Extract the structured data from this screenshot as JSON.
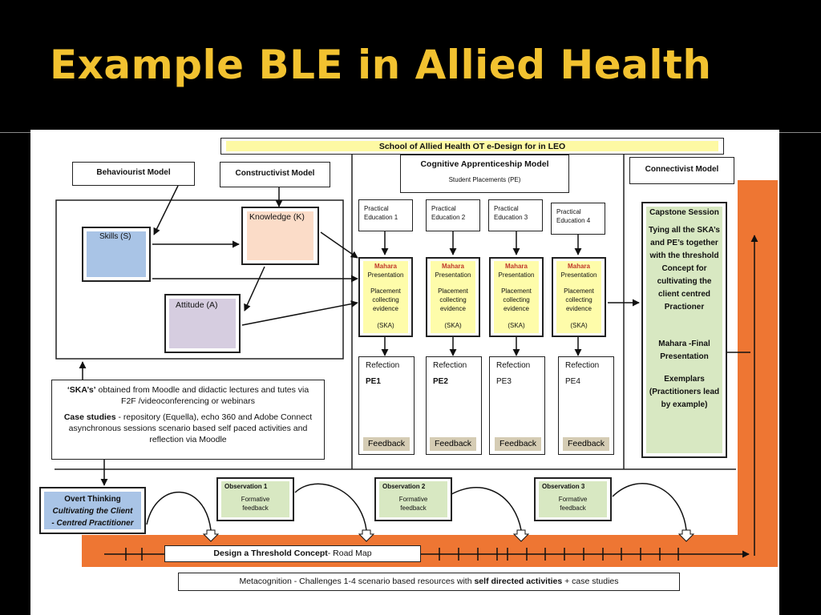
{
  "slide_title": "Example BLE in Allied Health",
  "banner": "School of Allied Health OT  e-Design  for in LEO",
  "models": {
    "behaviourist": "Behaviourist Model",
    "constructivist": "Constructivist  Model",
    "cognitive": "Cognitive Apprenticeship Model",
    "cognitive_sub": "Student Placements (PE)",
    "connectivist": "Connectivist Model"
  },
  "ska": {
    "skills": "Skills (S)",
    "knowledge": "Knowledge (K)",
    "attitude": "Attitude (A)"
  },
  "info": {
    "line1_bold": "‘SKA’s’",
    "line1_rest": " obtained from Moodle and didactic lectures and tutes via F2F /videoconferencing or webinars",
    "line2_bold": "Case studies",
    "line2_rest": " - repository (Equella), echo 360 and Adobe Connect asynchronous sessions scenario based self paced activities and reflection via Moodle"
  },
  "placements": [
    {
      "pe_label": "Practical Education 1",
      "mahara": "Mahara",
      "presentation": "Presentation",
      "evidence": "Placement collecting evidence",
      "ska": "(SKA)",
      "reflection": "Refection",
      "pe": "PE1",
      "feedback": "Feedback"
    },
    {
      "pe_label": "Practical Education 2",
      "mahara": "Mahara",
      "presentation": "Presentation",
      "evidence": "Placement collecting evidence",
      "ska": "(SKA)",
      "reflection": "Refection",
      "pe": "PE2",
      "feedback": "Feedback"
    },
    {
      "pe_label": "Practical Education  3",
      "mahara": "Mahara",
      "presentation": "Presentation",
      "evidence": "Placement collecting evidence",
      "ska": "(SKA)",
      "reflection": "Refection",
      "pe": "PE3",
      "feedback": "Feedback"
    },
    {
      "pe_label": "Practical Education   4",
      "mahara": "Mahara",
      "presentation": "Presentation",
      "evidence": "Placement collecting evidence",
      "ska": "(SKA)",
      "reflection": "Refection",
      "pe": "PE4",
      "feedback": "Feedback"
    }
  ],
  "capstone": {
    "title": "Capstone Session",
    "body": "Tying all the SKA’s and PE’s together with the threshold Concept for cultivating the client centred Practioner",
    "mahara_final": "Mahara -Final Presentation",
    "exemplars": "Exemplars (Practitioners lead by example)"
  },
  "overt": {
    "line1": "Overt Thinking",
    "line2": "Cultivating the Client",
    "line3": "- Centred Practitioner"
  },
  "observations": [
    {
      "title": "Observation 1",
      "body": "Formative feedback"
    },
    {
      "title": "Observation 2",
      "body": "Formative feedback"
    },
    {
      "title": "Observation 3",
      "body": "Formative feedback"
    }
  ],
  "roadmap": {
    "bold": "Design a Threshold Concept",
    "rest": "-  Road Map"
  },
  "metacognition": {
    "pre": "Metacognition - Challenges 1-4 scenario based resources with ",
    "bold": "self directed activities",
    "post": "  + case studies"
  },
  "colors": {
    "title": "#f2c230",
    "orange": "#ee7633",
    "skills": "#a9c4e6",
    "knowledge": "#fbdcc8",
    "attitude": "#d6cde0",
    "mahara_fill": "#fefcaa",
    "mahara_text": "#c0392b",
    "green": "#d8e8c2",
    "feedback": "#d5ccb4",
    "overt": "#a9c4e6"
  }
}
